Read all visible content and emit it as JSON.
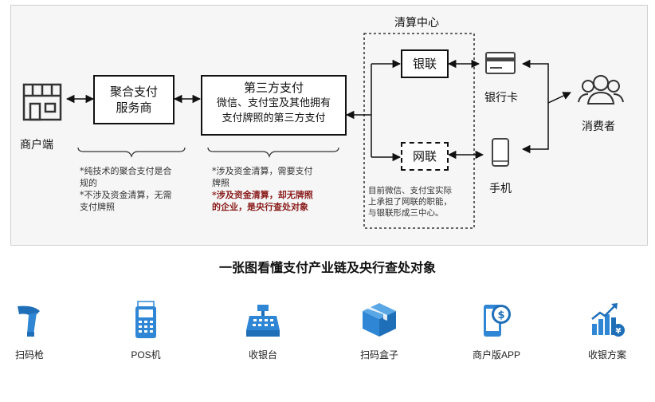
{
  "diagram": {
    "clearing_center_title": "清算中心",
    "merchant_label": "商户端",
    "aggregator_line1": "聚合支付",
    "aggregator_line2": "服务商",
    "third_party_title": "第三方支付",
    "third_party_line1": "微信、支付宝及其他拥有",
    "third_party_line2": "支付牌照的第三方支付",
    "unionpay_label": "银联",
    "netsunion_label": "网联",
    "bank_card_label": "银行卡",
    "phone_label": "手机",
    "consumer_label": "消费者",
    "aggregator_notes": [
      "*纯技术的聚合支付是合",
      "规的",
      "*不涉及资金清算，无需",
      "支付牌照"
    ],
    "third_party_notes": [
      "*涉及资金清算，需要支付",
      "牌照"
    ],
    "third_party_notes_red": [
      "*涉及资金清算，却无牌照",
      "的企业，是央行查处对象"
    ],
    "clearing_note": [
      "目前微信、支付宝实际",
      "上承担了网联的职能，",
      "与银联形成三中心。"
    ]
  },
  "caption": "一张图看懂支付产业链及央行查处对象",
  "accent_color": "#2f86d4",
  "tools": [
    {
      "icon": "barcode-scanner-icon",
      "label": "扫码枪"
    },
    {
      "icon": "pos-terminal-icon",
      "label": "POS机"
    },
    {
      "icon": "cash-register-icon",
      "label": "收银台"
    },
    {
      "icon": "scan-box-icon",
      "label": "扫码盒子"
    },
    {
      "icon": "merchant-app-icon",
      "label": "商户版APP"
    },
    {
      "icon": "cashier-solution-icon",
      "label": "收银方案"
    }
  ]
}
